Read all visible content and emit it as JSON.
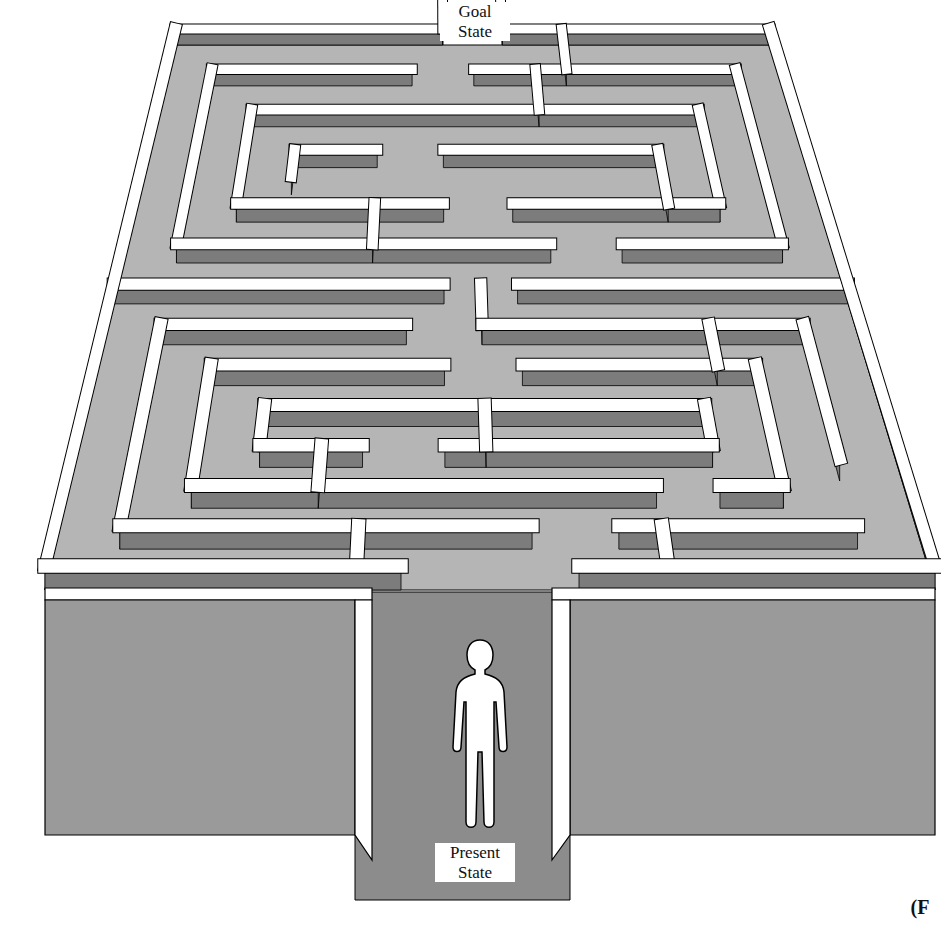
{
  "diagram": {
    "labels": [
      "Goal State",
      "Present State",
      "(F"
    ]
  }
}
